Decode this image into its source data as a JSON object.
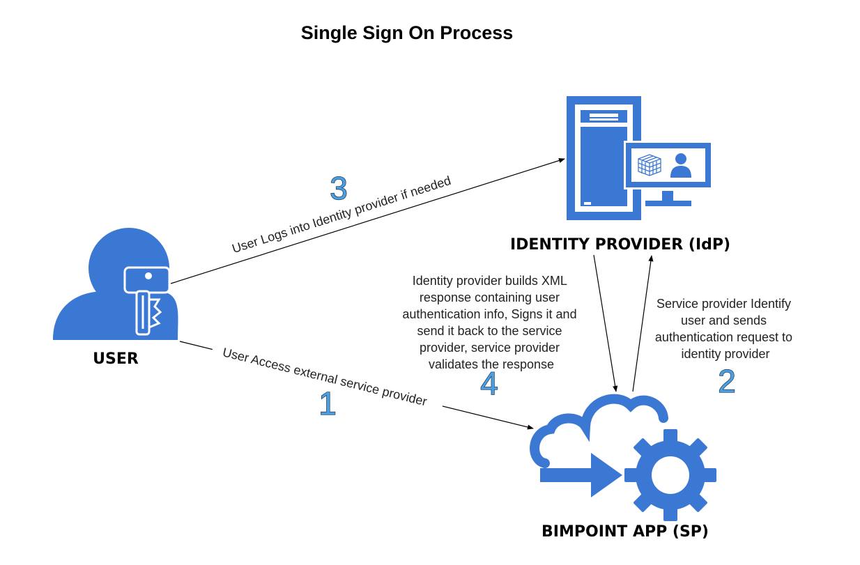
{
  "title": "Single Sign On Process",
  "nodes": {
    "user": "USER",
    "idp": "IDENTITY PROVIDER (IdP)",
    "sp": "BIMPOINT APP (SP)"
  },
  "edges": {
    "user_to_sp": "User Access external service provider",
    "user_to_idp": "User Logs into Identity provider if needed"
  },
  "steps": {
    "one": "1",
    "two": "2",
    "three": "3",
    "four": "4"
  },
  "descriptions": {
    "sp_to_idp": [
      "Service provider Identify",
      "user and sends",
      "authentication request to",
      "identity provider"
    ],
    "idp_to_sp": [
      "Identity provider builds XML",
      "response containing user",
      "authentication info, Signs it and",
      "send it back to the service",
      "provider, service provider",
      "validates the response"
    ]
  },
  "colors": {
    "icon": "#3b78d4",
    "step_number": "#4a9fe0"
  },
  "icons": {
    "user": "user-key-icon",
    "idp": "server-monitor-icon",
    "sp": "cloud-gear-icon"
  }
}
